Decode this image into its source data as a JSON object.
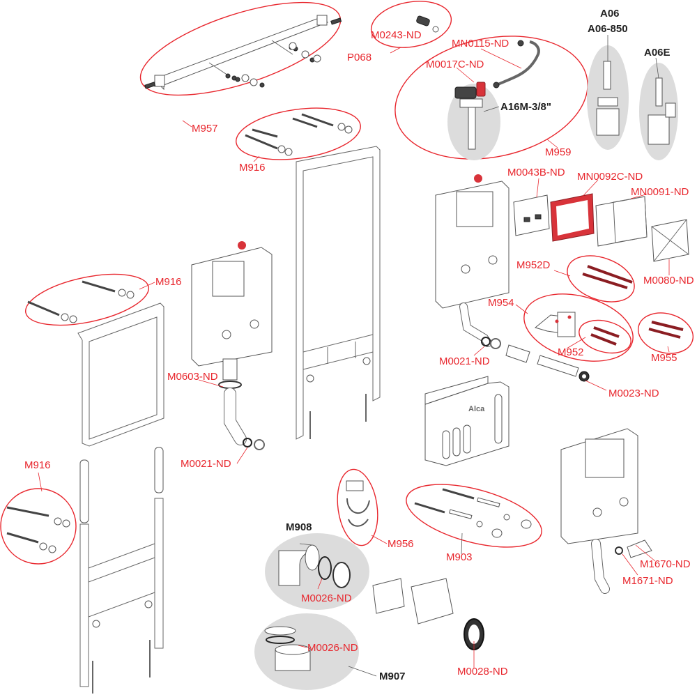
{
  "diagram": {
    "title": "",
    "brand_mark": "Alca",
    "kits": [
      {
        "id": "M957",
        "style": "red",
        "group": "ringed"
      },
      {
        "id": "M916",
        "style": "red",
        "group": "ringed"
      },
      {
        "id": "M0243-ND",
        "style": "red",
        "group": "ringed"
      },
      {
        "id": "M959",
        "style": "red",
        "group": "ringed"
      },
      {
        "id": "M952D",
        "style": "red",
        "group": "ringed"
      },
      {
        "id": "M954",
        "style": "red",
        "group": "ringed"
      },
      {
        "id": "M952",
        "style": "red",
        "group": "ringed"
      },
      {
        "id": "M955",
        "style": "red",
        "group": "ringed"
      },
      {
        "id": "M956",
        "style": "red",
        "group": "ringed"
      },
      {
        "id": "M903",
        "style": "red",
        "group": "ringed"
      }
    ],
    "labels": {
      "m957": "M957",
      "m916_top": "M916",
      "m916_mid": "M916",
      "m916_bottom": "M916",
      "p068": "P068",
      "m0243": "M0243-ND",
      "mn0115": "MN0115-ND",
      "m0017c": "M0017C-ND",
      "a16m": "A16M-3/8\"",
      "m959": "M959",
      "a06": "A06",
      "a06_850": "A06-850",
      "a06e": "A06E",
      "m0043b": "M0043B-ND",
      "mn0092c": "MN0092C-ND",
      "mn0091": "MN0091-ND",
      "m0080": "M0080-ND",
      "m952d": "M952D",
      "m954": "M954",
      "m952": "M952",
      "m955": "M955",
      "m0021_right": "M0021-ND",
      "m0023": "M0023-ND",
      "m0603": "M0603-ND",
      "m0021_left": "M0021-ND",
      "m956": "M956",
      "m903": "M903",
      "m908": "M908",
      "m0026_top": "M0026-ND",
      "m0026_bottom": "M0026-ND",
      "m907": "M907",
      "m0028": "M0028-ND",
      "m1670": "M1670-ND",
      "m1671": "M1671-ND"
    },
    "colors": {
      "label_red": "#e8262d",
      "label_dark": "#222222",
      "highlight_grey": "#dcdcdc",
      "accent_part_red": "#d8333a"
    }
  }
}
